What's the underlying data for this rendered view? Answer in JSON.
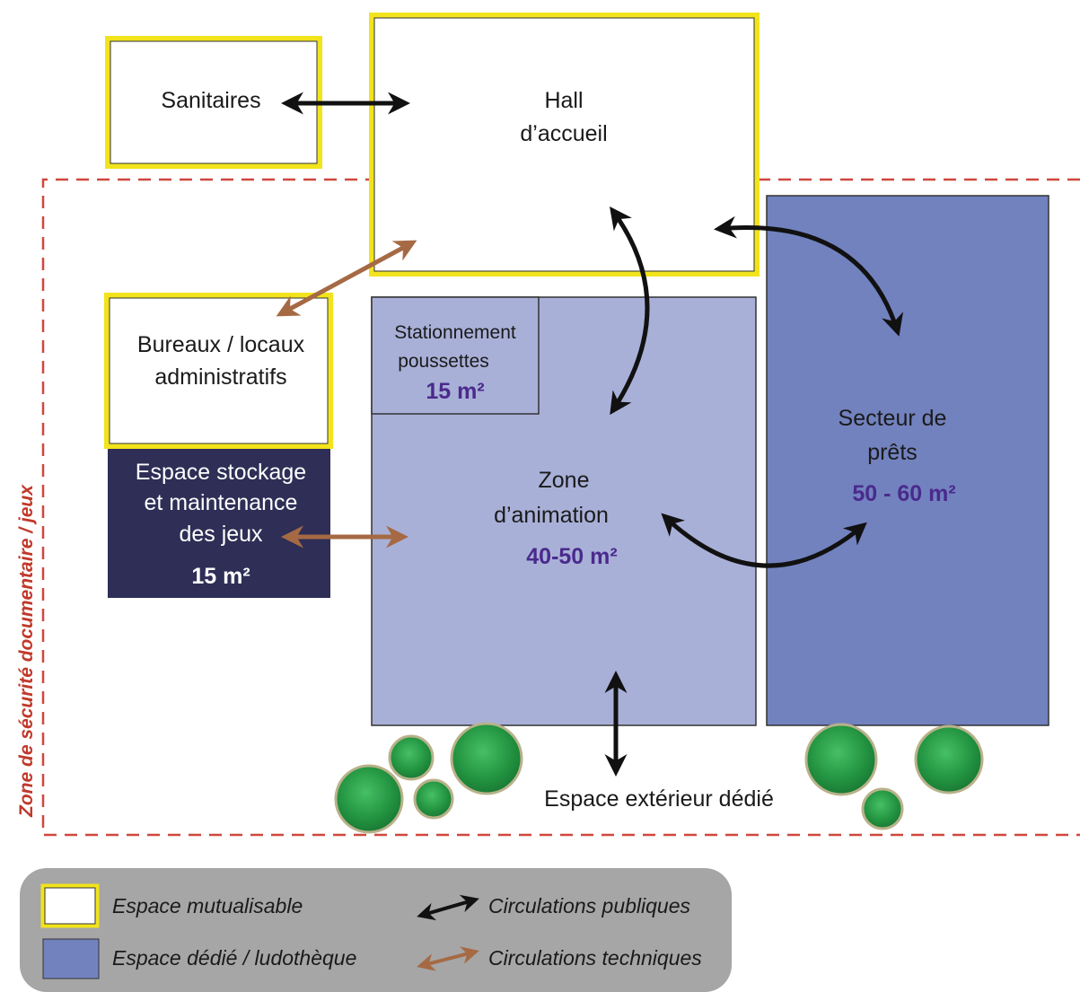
{
  "rooms": {
    "sanitaires": {
      "label": "Sanitaires"
    },
    "hall": {
      "line1": "Hall",
      "line2": "d’accueil"
    },
    "bureaux": {
      "line1": "Bureaux / locaux",
      "line2": "administratifs"
    },
    "stockage": {
      "line1": "Espace stockage",
      "line2": "et maintenance",
      "line3": "des jeux",
      "area": "15 m²"
    },
    "stationnement": {
      "line1": "Stationnement",
      "line2": "poussettes",
      "area": "15 m²"
    },
    "animation": {
      "line1": "Zone",
      "line2": "d’animation",
      "area": "40-50 m²"
    },
    "prets": {
      "line1": "Secteur de",
      "line2": "prêts",
      "area": "50 - 60 m²"
    },
    "exterieur": {
      "label": "Espace extérieur dédié"
    }
  },
  "zone_label": "Zone de sécurité documentaire / jeux",
  "legend": {
    "mutualisable": "Espace mutualisable",
    "dedie": "Espace dédié / ludothèque",
    "publiques": "Circulations publiques",
    "techniques": "Circulations techniques"
  },
  "colors": {
    "mutualisable_border": "#f2e31c",
    "dedie_light": "#a9b0d8",
    "dedie_dark": "#7282bf",
    "stockage": "#2e2e56",
    "zone_dash": "#d0473d",
    "area_text": "#4a2a8c",
    "public_arrow": "#111111",
    "tech_arrow": "#a56a44",
    "legend_bg": "#a6a6a6",
    "tree": "#2a9b46"
  }
}
